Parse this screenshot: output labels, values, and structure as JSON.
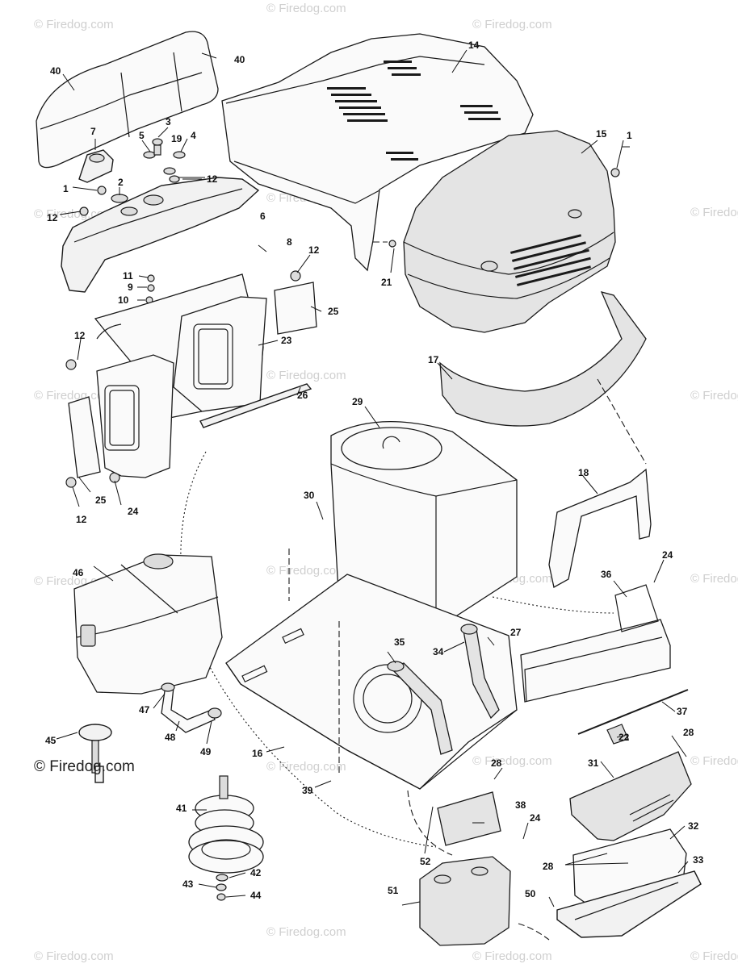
{
  "watermark": {
    "text": "© Firedog.com",
    "color": "#cfcfcf"
  },
  "copyright": {
    "text": "© Firedog.com"
  },
  "callouts": {
    "p1": "1",
    "p2": "2",
    "p3": "3",
    "p4": "4",
    "p5": "5",
    "p6": "6",
    "p7": "7",
    "p8": "8",
    "p9": "9",
    "p10": "10",
    "p11": "11",
    "p12": "12",
    "p14": "14",
    "p15": "15",
    "p16": "16",
    "p17": "17",
    "p18": "18",
    "p19": "19",
    "p21": "21",
    "p22": "22",
    "p23": "23",
    "p24": "24",
    "p25": "25",
    "p26": "26",
    "p27": "27",
    "p28": "28",
    "p29": "29",
    "p30": "30",
    "p31": "31",
    "p32": "32",
    "p33": "33",
    "p34": "34",
    "p35": "35",
    "p36": "36",
    "p37": "37",
    "p38": "38",
    "p39": "39",
    "p40": "40",
    "p41": "41",
    "p42": "42",
    "p43": "43",
    "p44": "44",
    "p45": "45",
    "p46": "46",
    "p47": "47",
    "p48": "48",
    "p49": "49",
    "p50": "50",
    "p51": "51",
    "p52": "52"
  }
}
